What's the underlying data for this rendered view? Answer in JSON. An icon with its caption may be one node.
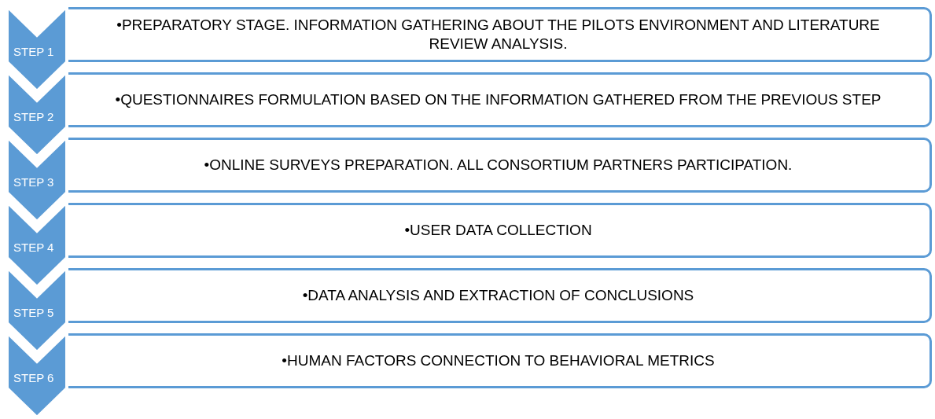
{
  "diagram": {
    "nodes": [
      {
        "text": [
          "STEP 1"
        ]
      },
      {
        "text": [
          "•PREPARATORY STAGE. INFORMATION GATHERING ABOUT THE PILOTS ENVIRONMENT AND LITERATURE REVIEW ANALYSIS."
        ]
      },
      {
        "text": [
          "STEP 2"
        ]
      },
      {
        "text": [
          "•QUESTIONNAIRES FORMULATION BASED ON THE INFORMATION GATHERED FROM THE PREVIOUS STEP"
        ]
      },
      {
        "text": [
          "STEP 3"
        ]
      },
      {
        "text": [
          "•ONLINE SURVEYS PREPARATION. ALL CONSORTIUM PARTNERS PARTICIPATION."
        ]
      },
      {
        "text": [
          "STEP 4"
        ]
      },
      {
        "text": [
          "•USER DATA COLLECTION"
        ]
      },
      {
        "text": [
          "STEP 5"
        ]
      },
      {
        "text": [
          "•DATA ANALYSIS AND EXTRACTION OF CONCLUSIONS"
        ]
      },
      {
        "text": [
          "STEP 6"
        ]
      },
      {
        "text": [
          "•HUMAN FACTORS CONNECTION TO BEHAVIORAL METRICS"
        ]
      }
    ]
  }
}
